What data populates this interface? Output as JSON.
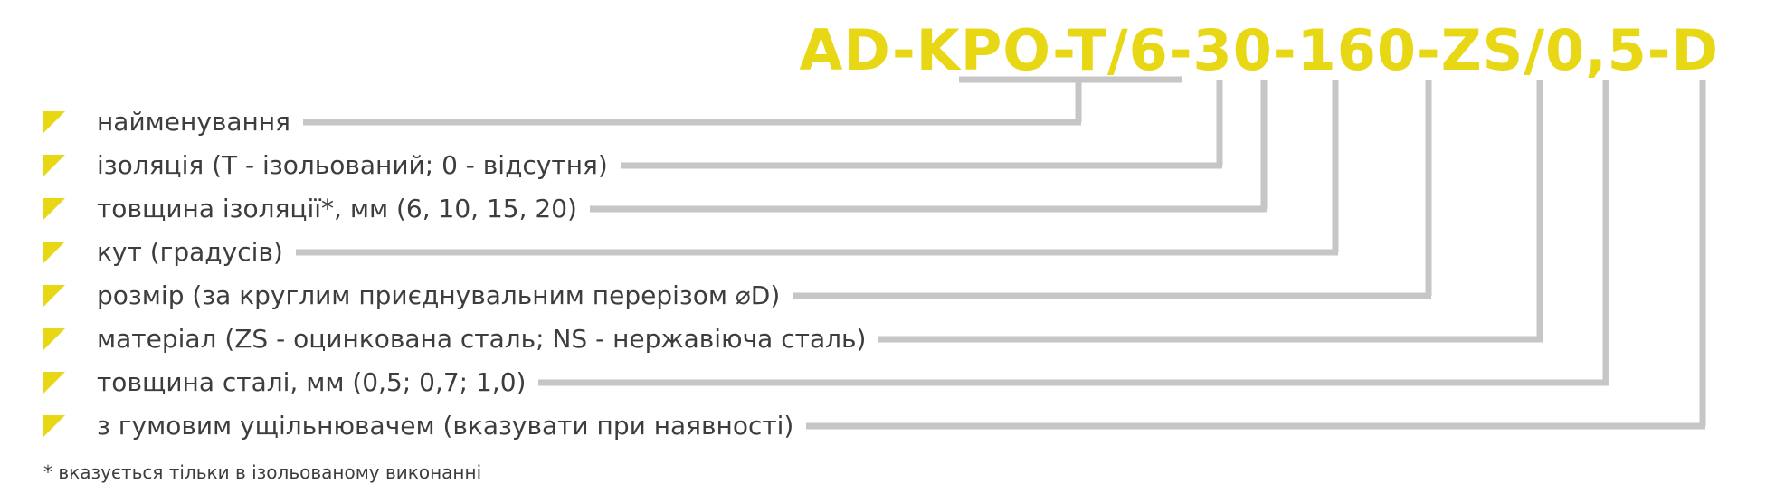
{
  "code": "AD-KPO-T/6-30-160-ZS/0,5-D",
  "items": [
    {
      "label": "найменування"
    },
    {
      "label": "ізоляція (T - ізольований; 0 - відсутня)"
    },
    {
      "label": "товщина ізоляції*, мм (6, 10, 15, 20)"
    },
    {
      "label": "кут (градусів)"
    },
    {
      "label": "розмір (за круглим приєднувальним перерізом ⌀D)"
    },
    {
      "label": "матеріал (ZS - оцинкована сталь; NS - нержавіюча сталь)"
    },
    {
      "label": "товщина сталі, мм (0,5; 0,7; 1,0)"
    },
    {
      "label": "з гумовим ущільнювачем (вказувати при наявності)"
    }
  ],
  "footnote": "* вказується тільки в ізольованому виконанні",
  "colors": {
    "accent": "#e8d714",
    "connector": "#c6c6c6",
    "text": "#3d3d3d"
  }
}
